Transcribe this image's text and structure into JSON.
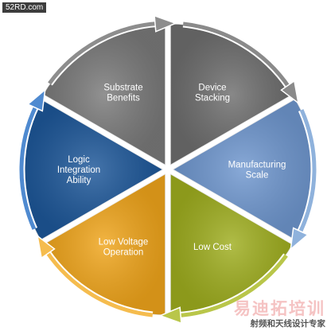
{
  "watermark": {
    "site": "52RD.com",
    "brand_main": "易迪拓培训",
    "brand_sub": "射频和天线设计专家"
  },
  "diagram": {
    "segments": [
      {
        "id": "device-stacking",
        "lines": [
          "Device",
          "Stacking"
        ],
        "color": "#6e6e6e",
        "arrow": "#8a8a8a"
      },
      {
        "id": "manufacturing-scale",
        "lines": [
          "Manufacturing",
          "Scale"
        ],
        "color": "#6f97cf",
        "arrow": "#8fb2dc"
      },
      {
        "id": "low-cost",
        "lines": [
          "Low Cost"
        ],
        "color": "#9fae1f",
        "arrow": "#b9c64a"
      },
      {
        "id": "low-voltage-operation",
        "lines": [
          "Low Voltage",
          "Operation"
        ],
        "color": "#f0a51b",
        "arrow": "#f5bc4e"
      },
      {
        "id": "logic-integration-ability",
        "lines": [
          "Logic",
          "Integration",
          "Ability"
        ],
        "color": "#1d5799",
        "arrow": "#4f8ad0"
      },
      {
        "id": "substrate-benefits",
        "lines": [
          "Substrate",
          "Benefits"
        ],
        "color": "#7a7a7a",
        "arrow": "#8d8d8d"
      }
    ]
  }
}
